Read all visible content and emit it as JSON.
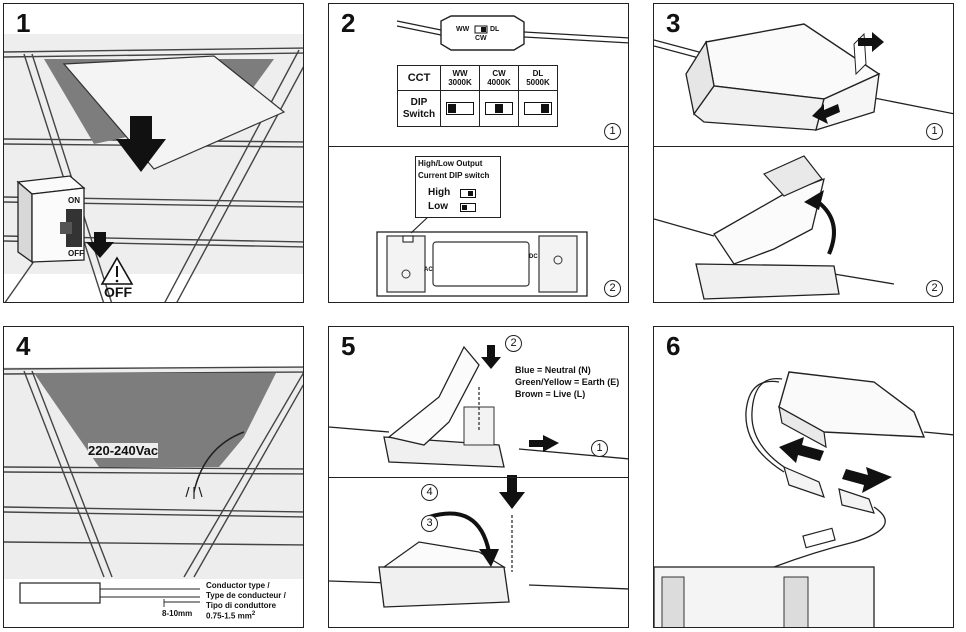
{
  "steps": [
    {
      "number": "1",
      "off_label": "OFF",
      "breaker_on": "ON",
      "breaker_off": "OFF"
    },
    {
      "number": "2",
      "connector_ww": "WW",
      "connector_dl": "DL",
      "connector_cw": "CW",
      "table": {
        "header_cct": "CCT",
        "cols": [
          {
            "name": "WW",
            "temp": "3000K",
            "switch_pos": 0.0
          },
          {
            "name": "CW",
            "temp": "4000K",
            "switch_pos": 0.5
          },
          {
            "name": "DL",
            "temp": "5000K",
            "switch_pos": 1.0
          }
        ],
        "row_label_1": "DIP",
        "row_label_2": "Switch"
      },
      "callout_title_1": "High/Low Output",
      "callout_title_2": "Current DIP switch",
      "high_label": "High",
      "low_label": "Low",
      "driver_ac": "AC",
      "driver_dc": "DC",
      "sub_1": "1",
      "sub_2": "2"
    },
    {
      "number": "3",
      "sub_1": "1",
      "sub_2": "2"
    },
    {
      "number": "4",
      "voltage_label": "220-240Vac",
      "conductor_1": "Conductor type /",
      "conductor_2": "Type de conducteur /",
      "conductor_3": "Tipo di conduttore",
      "conductor_4": "0.75-1.5 mm",
      "conductor_sup": "2",
      "strip_length": "8-10mm"
    },
    {
      "number": "5",
      "wire_blue": "Blue = Neutral (N)",
      "wire_green": "Green/Yellow = Earth (E)",
      "wire_brown": "Brown = Live (L)",
      "c1": "1",
      "c2": "2",
      "c3": "3",
      "c4": "4"
    },
    {
      "number": "6"
    }
  ],
  "colors": {
    "ceiling_dark": "#7d7d7d",
    "ceiling_light": "#ededed",
    "line": "#222222"
  }
}
